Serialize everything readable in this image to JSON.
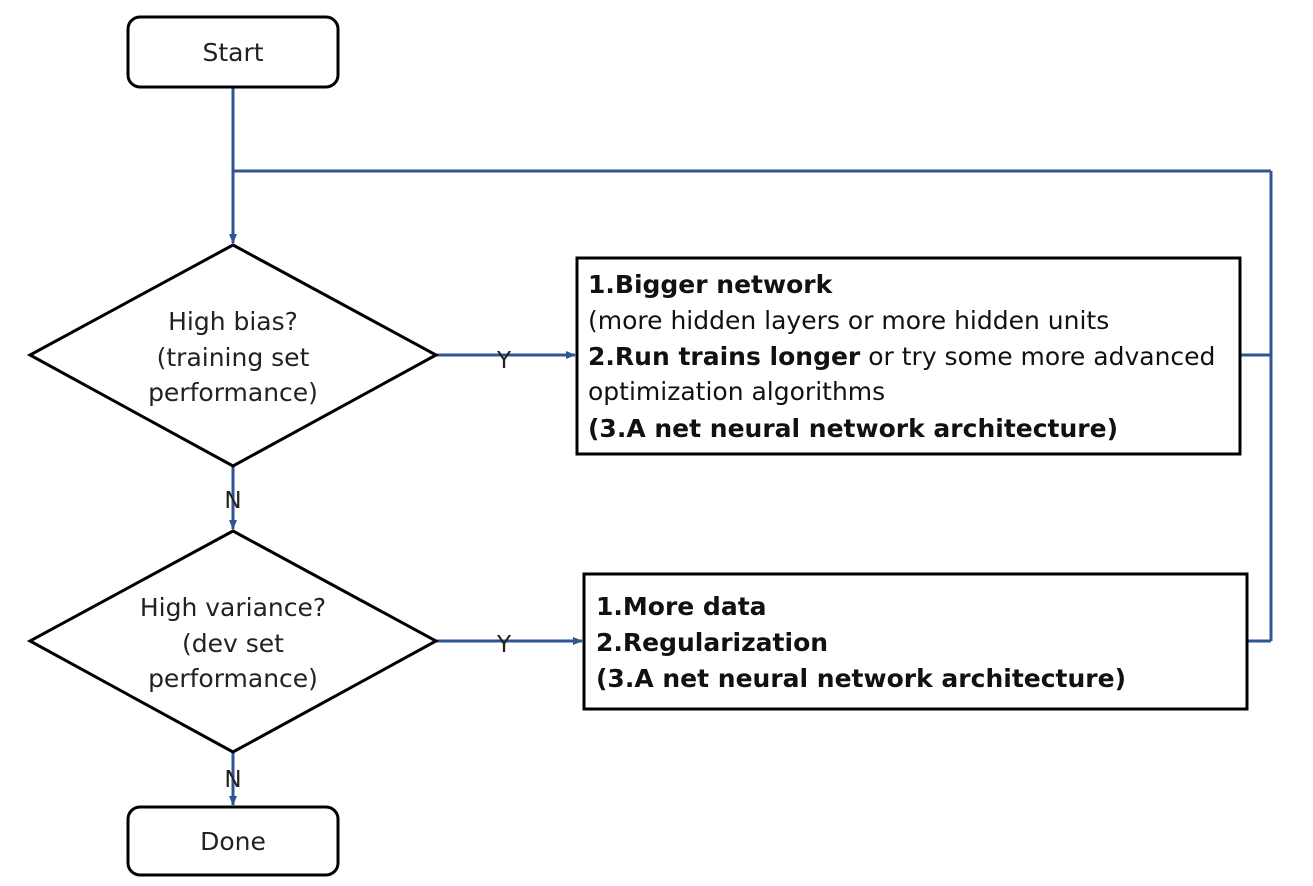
{
  "colors": {
    "connector": "#2F5597",
    "shape_stroke": "#000000"
  },
  "nodes": {
    "start": "Start",
    "done": "Done",
    "bias": {
      "line1": "High bias?",
      "line2": "(training set",
      "line3": "performance)"
    },
    "variance": {
      "line1": "High variance?",
      "line2": "(dev set",
      "line3": "performance)"
    }
  },
  "edges": {
    "bias_yes": "Y",
    "bias_no": "N",
    "variance_yes": "Y",
    "variance_no": "N"
  },
  "bias_fix": {
    "l1": "1.Bigger network",
    "l2": "(more hidden layers or more hidden units",
    "l3_bold": "2.Run trains longer",
    "l3_rest": " or try some more advanced",
    "l4": "optimization algorithms",
    "l5": "(3.A net neural network architecture)"
  },
  "variance_fix": {
    "l1": "1.More data",
    "l2": "2.Regularization",
    "l3": "(3.A net neural network architecture)"
  }
}
